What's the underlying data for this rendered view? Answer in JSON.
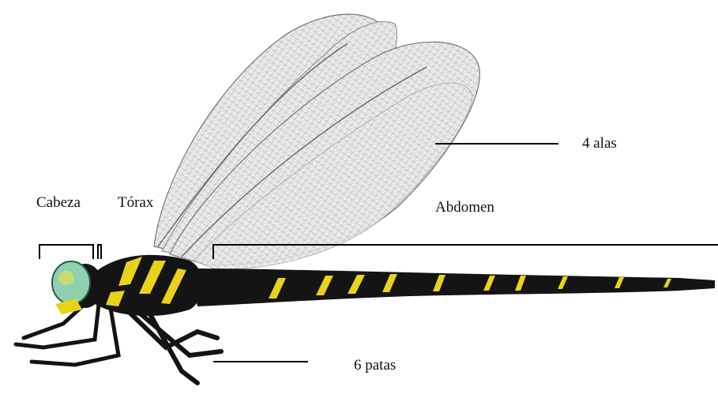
{
  "labels": {
    "head": "Cabeza",
    "thorax": "Tórax",
    "abdomen": "Abdomen",
    "wings": "4 alas",
    "legs": "6 patas"
  },
  "colors": {
    "body": "#141414",
    "stripe": "#e8d21a",
    "eye": "#8fd0b0",
    "wing_fill": "#e6e6e6",
    "wing_vein": "#8a8a8a",
    "line": "#000000"
  },
  "icons": [
    "dragonfly-illustration"
  ]
}
